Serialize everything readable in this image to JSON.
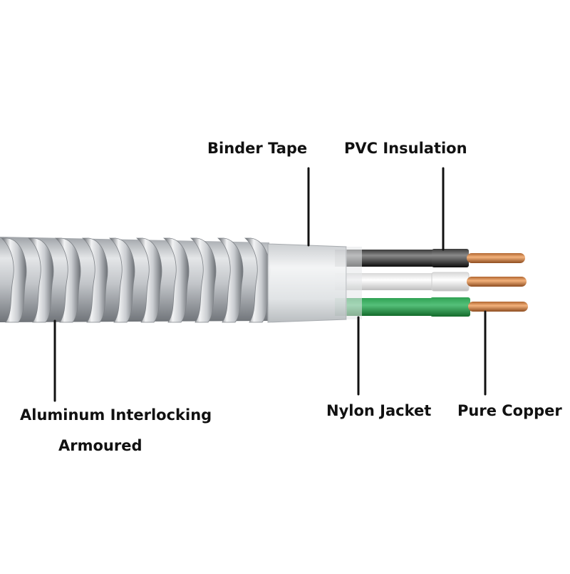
{
  "labels": {
    "binder_tape": "Binder Tape",
    "pvc_insulation": "PVC Insulation",
    "aluminum_line1": "Aluminum Interlocking",
    "aluminum_line2": "Armoured",
    "nylon_jacket": "Nylon Jacket",
    "pure_copper": "Pure Copper"
  },
  "colors": {
    "armor": "#b9bcc0",
    "black_conductor": "#111111",
    "white_conductor": "#f4f4f4",
    "green_conductor": "#1e8a3a",
    "copper": "#d48a4e",
    "leader_line": "#111111"
  }
}
